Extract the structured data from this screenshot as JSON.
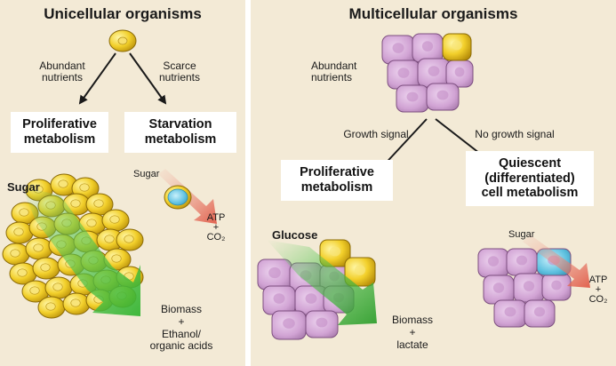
{
  "left_panel": {
    "title": "Unicellular organisms",
    "abundant": "Abundant\nnutrients",
    "scarce": "Scarce\nnutrients",
    "proliferative": "Proliferative\nmetabolism",
    "starvation": "Starvation\nmetabolism",
    "sugar_cluster": "Sugar",
    "sugar_single": "Sugar",
    "atp_co2": "ATP\n+\nCO₂",
    "outputs": "Biomass\n+\nEthanol/\norganic acids"
  },
  "right_panel": {
    "title": "Multicellular organisms",
    "abundant": "Abundant\nnutrients",
    "growth_signal": "Growth signal",
    "no_growth_signal": "No growth signal",
    "proliferative": "Proliferative\nmetabolism",
    "quiescent": "Quiescent\n(differentiated)\ncell metabolism",
    "glucose": "Glucose",
    "sugar": "Sugar",
    "outputs": "Biomass\n+\nlactate",
    "atp_co2": "ATP\n+\nCO₂"
  },
  "colors": {
    "panel_bg": "#f3ead6",
    "divider": "#ffffff",
    "yellow_cell": "#f4d23c",
    "purple_cell": "#d4a6d6",
    "blue_cell": "#6fc8e4",
    "green_arrow": "#4cbf4a",
    "red_arrow": "#e46b5a"
  }
}
